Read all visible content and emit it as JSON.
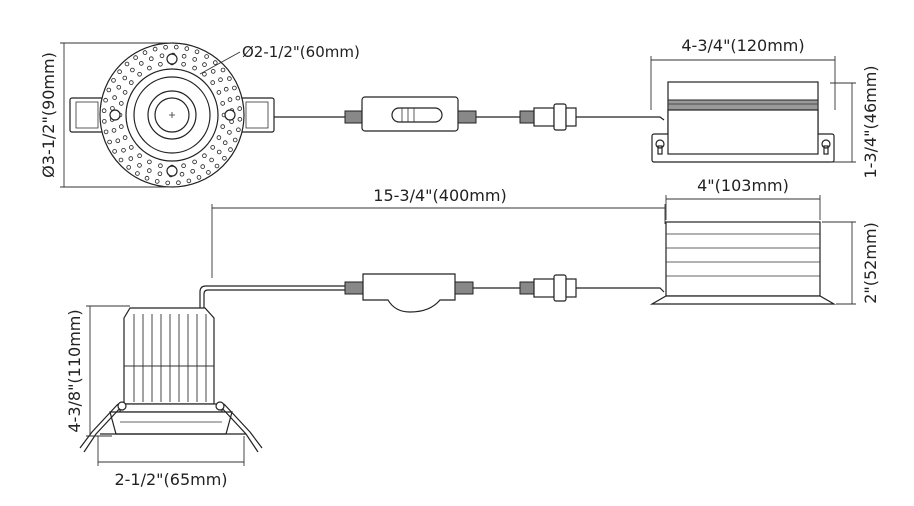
{
  "labels": {
    "inner_diameter": "Ø2-1/2\"(60mm)",
    "outer_diameter": "Ø3-1/2\"(90mm)",
    "driver_length_top": "4-3/4\"(120mm)",
    "driver_height_top": "1-3/4\"(46mm)",
    "cable_length": "15-3/4\"(400mm)",
    "driver_length_side": "4\"(103mm)",
    "driver_height_side": "2\"(52mm)",
    "fixture_height": "4-3/8\"(110mm)",
    "cutout_width": "2-1/2\"(65mm)"
  },
  "colors": {
    "line": "#222222",
    "driver_stripe": "#999999"
  }
}
